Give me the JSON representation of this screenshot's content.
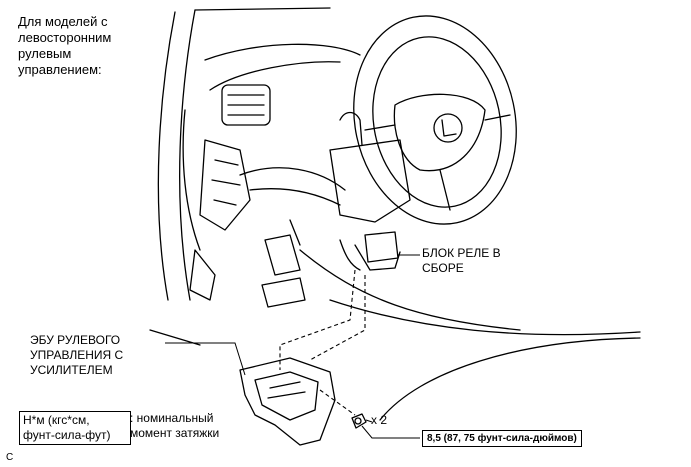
{
  "heading": "Для моделей с\nлевосторонним\nрулевым\nуправлением:",
  "labels": {
    "relay_block": "БЛОК РЕЛЕ В\nСБОРЕ",
    "ecu": "ЭБУ РУЛЕВОГО\nУПРАВЛЕНИЯ С\nУСИЛИТЕЛЕМ",
    "fastener_count": "x 2",
    "torque_value": "8,5 (87, 75 фунт-сила-дюймов)",
    "legend_units": "Н*м (кгс*см,\nфунт-сила-фут)",
    "legend_desc": ": номинальный\nмомент затяжки",
    "figure_code": "C"
  },
  "colors": {
    "line": "#000000",
    "background": "#ffffff"
  }
}
